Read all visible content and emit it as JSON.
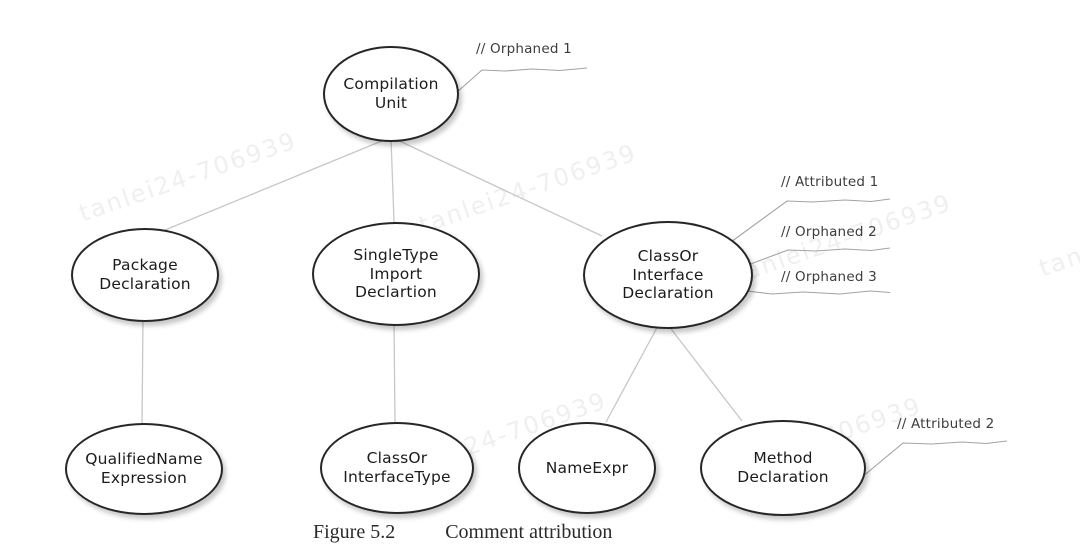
{
  "figure": {
    "caption_label": "Figure 5.2",
    "caption_text": "Comment attribution",
    "watermark_text": "tanlei24-706939"
  },
  "diagram": {
    "nodes": [
      {
        "id": "compilation-unit",
        "label": "Compilation\nUnit"
      },
      {
        "id": "package-declaration",
        "label": "Package\nDeclaration"
      },
      {
        "id": "singletype-import-declartion",
        "label": "SingleType\nImport\nDeclartion"
      },
      {
        "id": "classor-interface-declaration",
        "label": "ClassOr\nInterface\nDeclaration"
      },
      {
        "id": "qualifiedname-expression",
        "label": "QualifiedName\nExpression"
      },
      {
        "id": "classor-interfacetype",
        "label": "ClassOr\nInterfaceType"
      },
      {
        "id": "nameexpr",
        "label": "NameExpr"
      },
      {
        "id": "method-declaration",
        "label": "Method\nDeclaration"
      }
    ],
    "annotations": [
      {
        "id": "orphaned-1",
        "label": "// Orphaned 1"
      },
      {
        "id": "attributed-1",
        "label": "// Attributed 1"
      },
      {
        "id": "orphaned-2",
        "label": "// Orphaned 2"
      },
      {
        "id": "orphaned-3",
        "label": "// Orphaned 3"
      },
      {
        "id": "attributed-2",
        "label": "// Attributed 2"
      }
    ],
    "colors": {
      "node_border": "#262626",
      "tree_edge": "#c7c7c7",
      "callout_line": "#a3a3a3",
      "annotation_text": "#3d3d3d"
    }
  }
}
